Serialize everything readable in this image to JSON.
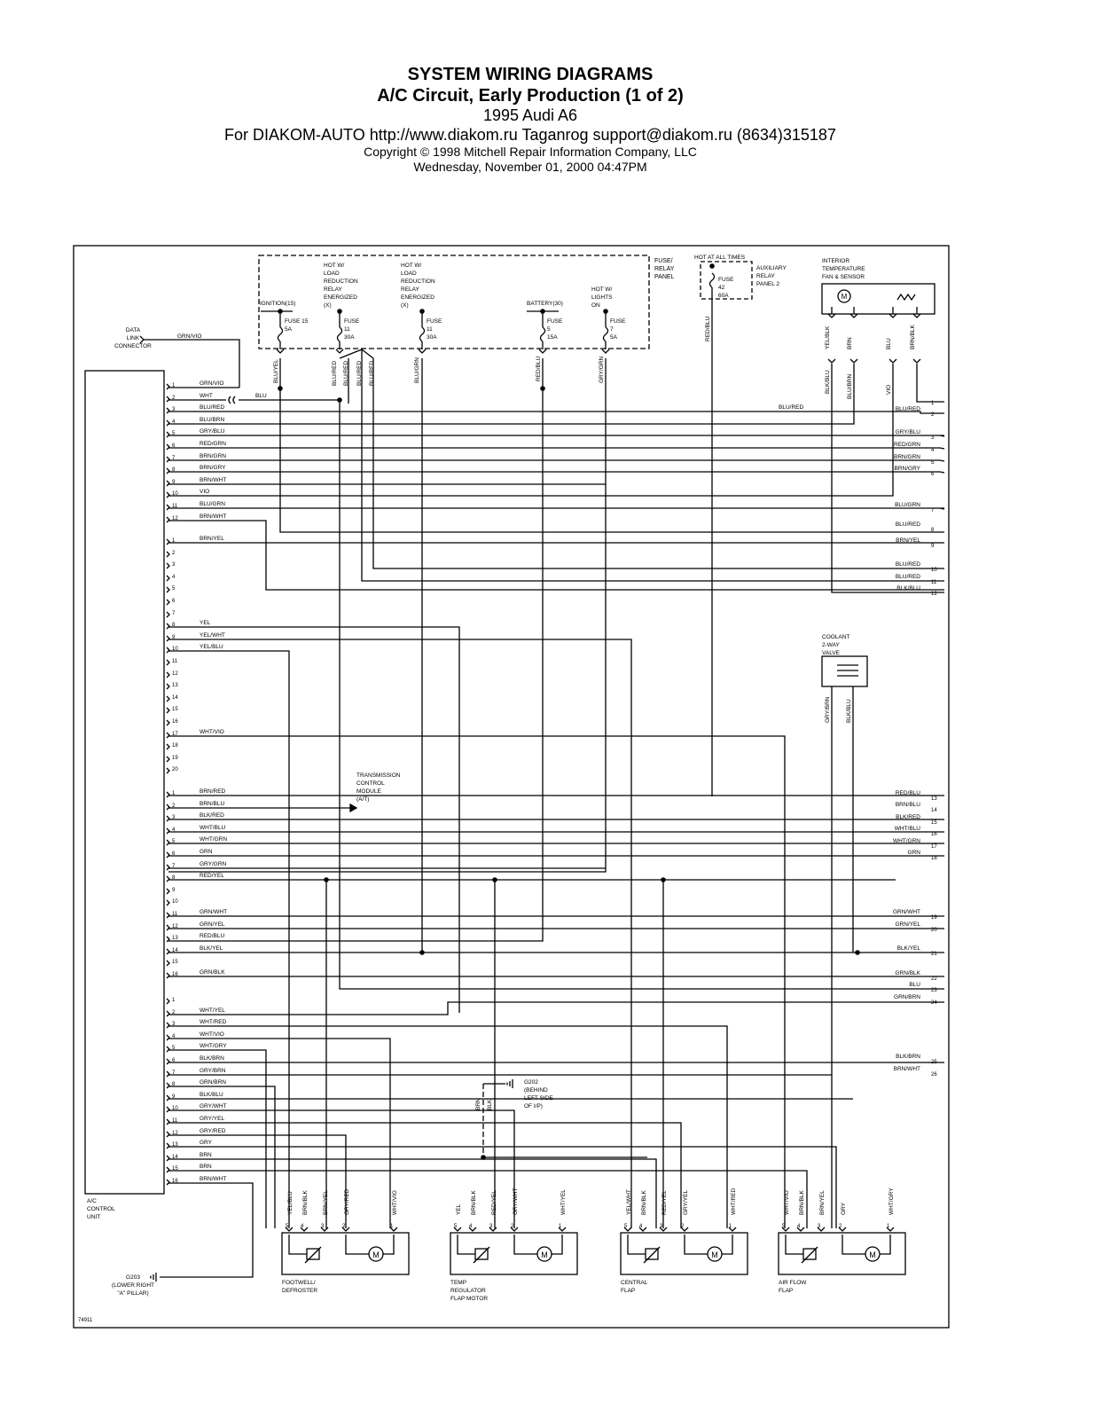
{
  "header": {
    "title": "SYSTEM WIRING DIAGRAMS",
    "subtitle": "A/C Circuit, Early Production (1 of 2)",
    "model": "1995 Audi A6",
    "dealer": "For DIAKOM-AUTO http://www.diakom.ru Taganrog support@diakom.ru (8634)315187",
    "copyright": "Copyright © 1998 Mitchell Repair Information Company, LLC",
    "date": "Wednesday, November 01, 2000  04:47PM"
  },
  "fuse_panel": {
    "label": [
      "FUSE/",
      "RELAY",
      "PANEL"
    ],
    "supplies": [
      {
        "id": "ign",
        "label": [
          "IGNITION(15)"
        ],
        "fuse": [
          "FUSE 15",
          "5A"
        ],
        "wire": "BLU/YEL"
      },
      {
        "id": "ld1",
        "label": [
          "HOT W/",
          "LOAD",
          "REDUCTION",
          "RELAY",
          "ENERGIZED",
          "(X)"
        ],
        "fuse": [
          "FUSE",
          "11",
          "30A"
        ],
        "wire": "BLU/RED"
      },
      {
        "id": "ld2",
        "label": [
          "HOT W/",
          "LOAD",
          "REDUCTION",
          "RELAY",
          "ENERGIZED",
          "(X)"
        ],
        "fuse": [
          "FUSE",
          "11",
          "30A"
        ],
        "wire": "BLU/GRN"
      },
      {
        "id": "bat",
        "label": [
          "BATTERY(30)"
        ],
        "fuse": [
          "FUSE",
          "5",
          "15A"
        ],
        "wire": "RED/BLU"
      },
      {
        "id": "lig",
        "label": [
          "HOT W/",
          "LIGHTS",
          "ON"
        ],
        "fuse": [
          "FUSE",
          "7",
          "5A"
        ],
        "wire": "GRY/GRN"
      }
    ],
    "splice_wires": [
      "BLU/RED",
      "BLU/RED",
      "BLU/RED"
    ]
  },
  "aux_panel": {
    "hot_label": "HOT AT ALL TIMES",
    "label": [
      "AUXILIARY",
      "RELAY",
      "PANEL 2"
    ],
    "fuse": [
      "FUSE",
      "42",
      "60A"
    ],
    "wire": "RED/BLU"
  },
  "temp_sensor": {
    "label": [
      "INTERIOR",
      "TEMPERATURE",
      "FAN & SENSOR"
    ],
    "wires_top": [
      "YEL/BLK",
      "BRN",
      "BLU",
      "BRN/BLK"
    ],
    "wires_bottom": [
      "BLK/BLU",
      "BLU/BRN",
      "VIO"
    ]
  },
  "coolant_valve": {
    "label": [
      "COOLANT",
      "2-WAY",
      "VALVE"
    ],
    "wires": [
      "GRY/BRN",
      "BLK/BLU"
    ]
  },
  "data_link": {
    "label": [
      "DATA",
      "LINK",
      "CONNECTOR"
    ],
    "wire": "GRN/VIO"
  },
  "tcm": {
    "label": [
      "TRANSMISSION",
      "CONTROL",
      "MODULE",
      "(A/T)"
    ]
  },
  "blu_splice": "BLU",
  "control_unit": {
    "label": [
      "A/C",
      "CONTROL",
      "UNIT"
    ],
    "connectors": [
      [
        {
          "pin": "1",
          "wire": "GRN/VIO"
        },
        {
          "pin": "2",
          "wire": "WHT"
        },
        {
          "pin": "3",
          "wire": "BLU/RED"
        },
        {
          "pin": "4",
          "wire": "BLU/BRN"
        },
        {
          "pin": "5",
          "wire": "GRY/BLU"
        },
        {
          "pin": "6",
          "wire": "RED/GRN"
        },
        {
          "pin": "7",
          "wire": "BRN/GRN"
        },
        {
          "pin": "8",
          "wire": "BRN/GRY"
        },
        {
          "pin": "9",
          "wire": "BRN/WHT"
        },
        {
          "pin": "10",
          "wire": "VIO"
        },
        {
          "pin": "11",
          "wire": "BLU/GRN"
        },
        {
          "pin": "12",
          "wire": "BRN/WHT"
        }
      ],
      [
        {
          "pin": "1",
          "wire": "BRN/YEL"
        },
        {
          "pin": "2",
          "wire": ""
        },
        {
          "pin": "3",
          "wire": ""
        },
        {
          "pin": "4",
          "wire": ""
        },
        {
          "pin": "5",
          "wire": ""
        },
        {
          "pin": "6",
          "wire": ""
        },
        {
          "pin": "7",
          "wire": ""
        },
        {
          "pin": "8",
          "wire": "YEL"
        },
        {
          "pin": "9",
          "wire": "YEL/WHT"
        },
        {
          "pin": "10",
          "wire": "YEL/BLU"
        },
        {
          "pin": "11",
          "wire": ""
        },
        {
          "pin": "12",
          "wire": ""
        },
        {
          "pin": "13",
          "wire": ""
        },
        {
          "pin": "14",
          "wire": ""
        },
        {
          "pin": "15",
          "wire": ""
        },
        {
          "pin": "16",
          "wire": ""
        },
        {
          "pin": "17",
          "wire": "WHT/VIO"
        },
        {
          "pin": "18",
          "wire": ""
        },
        {
          "pin": "19",
          "wire": ""
        },
        {
          "pin": "20",
          "wire": ""
        }
      ],
      [
        {
          "pin": "1",
          "wire": "BRN/RED"
        },
        {
          "pin": "2",
          "wire": "BRN/BLU"
        },
        {
          "pin": "3",
          "wire": "BLK/RED"
        },
        {
          "pin": "4",
          "wire": "WHT/BLU"
        },
        {
          "pin": "5",
          "wire": "WHT/GRN"
        },
        {
          "pin": "6",
          "wire": "GRN"
        },
        {
          "pin": "7",
          "wire": "GRY/GRN"
        },
        {
          "pin": "8",
          "wire": "RED/YEL"
        },
        {
          "pin": "9",
          "wire": ""
        },
        {
          "pin": "10",
          "wire": ""
        },
        {
          "pin": "11",
          "wire": "GRN/WHT"
        },
        {
          "pin": "12",
          "wire": "GRN/YEL"
        },
        {
          "pin": "13",
          "wire": "RED/BLU"
        },
        {
          "pin": "14",
          "wire": "BLK/YEL"
        },
        {
          "pin": "15",
          "wire": ""
        },
        {
          "pin": "16",
          "wire": "GRN/BLK"
        }
      ],
      [
        {
          "pin": "1",
          "wire": ""
        },
        {
          "pin": "2",
          "wire": "WHT/YEL"
        },
        {
          "pin": "3",
          "wire": "WHT/RED"
        },
        {
          "pin": "4",
          "wire": "WHT/VIO"
        },
        {
          "pin": "5",
          "wire": "WHT/GRY"
        },
        {
          "pin": "6",
          "wire": "BLK/BRN"
        },
        {
          "pin": "7",
          "wire": "GRY/BRN"
        },
        {
          "pin": "8",
          "wire": "GRN/BRN"
        },
        {
          "pin": "9",
          "wire": "BLK/BLU"
        },
        {
          "pin": "10",
          "wire": "GRY/WHT"
        },
        {
          "pin": "11",
          "wire": "GRY/YEL"
        },
        {
          "pin": "12",
          "wire": "GRY/RED"
        },
        {
          "pin": "13",
          "wire": "GRY"
        },
        {
          "pin": "14",
          "wire": "BRN"
        },
        {
          "pin": "15",
          "wire": "BRN"
        },
        {
          "pin": "16",
          "wire": "BRN/WHT"
        }
      ]
    ]
  },
  "to_sheet2": [
    {
      "n": "1",
      "wire": ""
    },
    {
      "n": "2",
      "wire": "BLU/RED"
    },
    {
      "n": "3",
      "wire": "GRY/BLU"
    },
    {
      "n": "4",
      "wire": "RED/GRN"
    },
    {
      "n": "5",
      "wire": "BRN/GRN"
    },
    {
      "n": "6",
      "wire": "BRN/GRY"
    },
    {
      "n": "7",
      "wire": "BLU/GRN"
    },
    {
      "n": "8",
      "wire": "BLU/RED"
    },
    {
      "n": "9",
      "wire": "BRN/YEL"
    },
    {
      "n": "10",
      "wire": "BLU/RED"
    },
    {
      "n": "11",
      "wire": "BLU/RED"
    },
    {
      "n": "12",
      "wire": "BLK/BLU"
    },
    {
      "n": "13",
      "wire": "RED/BLU"
    },
    {
      "n": "14",
      "wire": "BRN/BLU"
    },
    {
      "n": "15",
      "wire": "BLK/RED"
    },
    {
      "n": "16",
      "wire": "WHT/BLU"
    },
    {
      "n": "17",
      "wire": "WHT/GRN"
    },
    {
      "n": "18",
      "wire": "GRN"
    },
    {
      "n": "19",
      "wire": "GRN/WHT"
    },
    {
      "n": "20",
      "wire": "GRN/YEL"
    },
    {
      "n": "21",
      "wire": "BLK/YEL"
    },
    {
      "n": "22",
      "wire": "GRN/BLK"
    },
    {
      "n": "23",
      "wire": "BLU"
    },
    {
      "n": "24",
      "wire": "GRN/BRN"
    },
    {
      "n": "25",
      "wire": "BLK/BRN"
    },
    {
      "n": "26",
      "wire": "BRN/WHT"
    }
  ],
  "motors": [
    {
      "id": "footwell",
      "label": [
        "FOOTWELL/",
        "DEFROSTER"
      ],
      "wires": [
        "YEL/BLU",
        "BRN/BLK",
        "BRN/YEL",
        "GRY/RED",
        "WHT/VIO"
      ],
      "pins": [
        "5",
        "4",
        "3",
        "2",
        "1"
      ],
      "motor": "M"
    },
    {
      "id": "temp",
      "label": [
        "TEMP",
        "REGULATOR",
        "FLAP MOTOR"
      ],
      "wires": [
        "YEL",
        "BRN/BLK",
        "RED/YEL",
        "GRY/WHT",
        "WHT/YEL"
      ],
      "pins": [
        "5",
        "4",
        "3",
        "2",
        "1"
      ],
      "motor": "M"
    },
    {
      "id": "central",
      "label": [
        "CENTRAL",
        "FLAP"
      ],
      "wires": [
        "YEL/WHT",
        "BRN/BLK",
        "RED/YEL",
        "GRY/YEL",
        "WHT/RED"
      ],
      "pins": [
        "5",
        "4",
        "3",
        "2",
        "1"
      ],
      "motor": "M"
    },
    {
      "id": "airflow",
      "label": [
        "AIR FLOW",
        "FLAP"
      ],
      "wires": [
        "WHT/VIO",
        "BRN/BLK",
        "BRN/YEL",
        "GRY",
        "WHT/GRY"
      ],
      "pins": [
        "5",
        "4",
        "3",
        "2",
        "1"
      ],
      "motor": "M"
    }
  ],
  "g202": {
    "label": [
      "G202",
      "(BEHIND",
      "LEFT SIDE",
      "OF I/P)"
    ],
    "wires": [
      "BRN",
      "BLK"
    ]
  },
  "g203": {
    "label": [
      "G203",
      "(LOWER RIGHT",
      "\"A\" PILLAR)"
    ]
  },
  "fig_id": "74911"
}
